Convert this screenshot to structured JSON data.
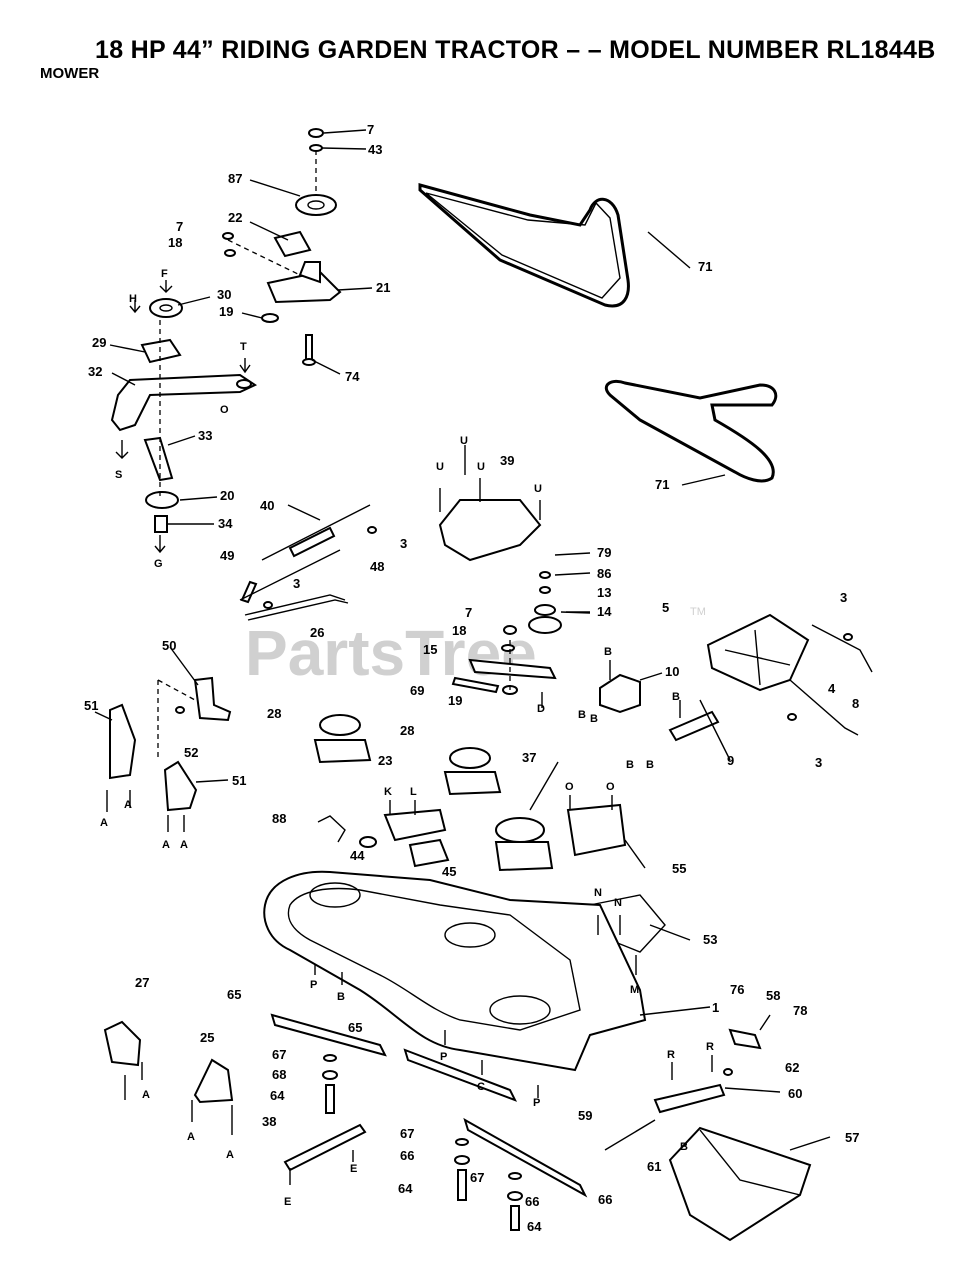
{
  "title": "18 HP 44” RIDING GARDEN TRACTOR – – MODEL NUMBER RL1844B",
  "subtitle": "MOWER",
  "watermark": "PartsTree",
  "watermark_tm": "TM",
  "callouts": [
    "7",
    "43",
    "87",
    "22",
    "7",
    "18",
    "21",
    "30",
    "19",
    "29",
    "32",
    "74",
    "33",
    "20",
    "34",
    "40",
    "3",
    "49",
    "48",
    "3",
    "26",
    "71",
    "71",
    "39",
    "79",
    "86",
    "13",
    "7",
    "14",
    "18",
    "15",
    "69",
    "19",
    "10",
    "5",
    "3",
    "4",
    "8",
    "3",
    "9",
    "50",
    "51",
    "52",
    "51",
    "28",
    "28",
    "23",
    "37",
    "88",
    "44",
    "45",
    "55",
    "53",
    "1",
    "76",
    "58",
    "78",
    "62",
    "60",
    "27",
    "25",
    "65",
    "65",
    "67",
    "68",
    "64",
    "38",
    "67",
    "66",
    "64",
    "67",
    "66",
    "64",
    "59",
    "61",
    "57",
    "66"
  ],
  "ref_letters": [
    "F",
    "H",
    "T",
    "O",
    "S",
    "G",
    "U",
    "U",
    "U",
    "U",
    "D",
    "B",
    "B",
    "B",
    "B",
    "B",
    "B",
    "A",
    "A",
    "A",
    "A",
    "K",
    "L",
    "O",
    "O",
    "P",
    "B",
    "N",
    "N",
    "M",
    "P",
    "C",
    "P",
    "A",
    "A",
    "A",
    "E",
    "E",
    "R",
    "R",
    "B"
  ]
}
